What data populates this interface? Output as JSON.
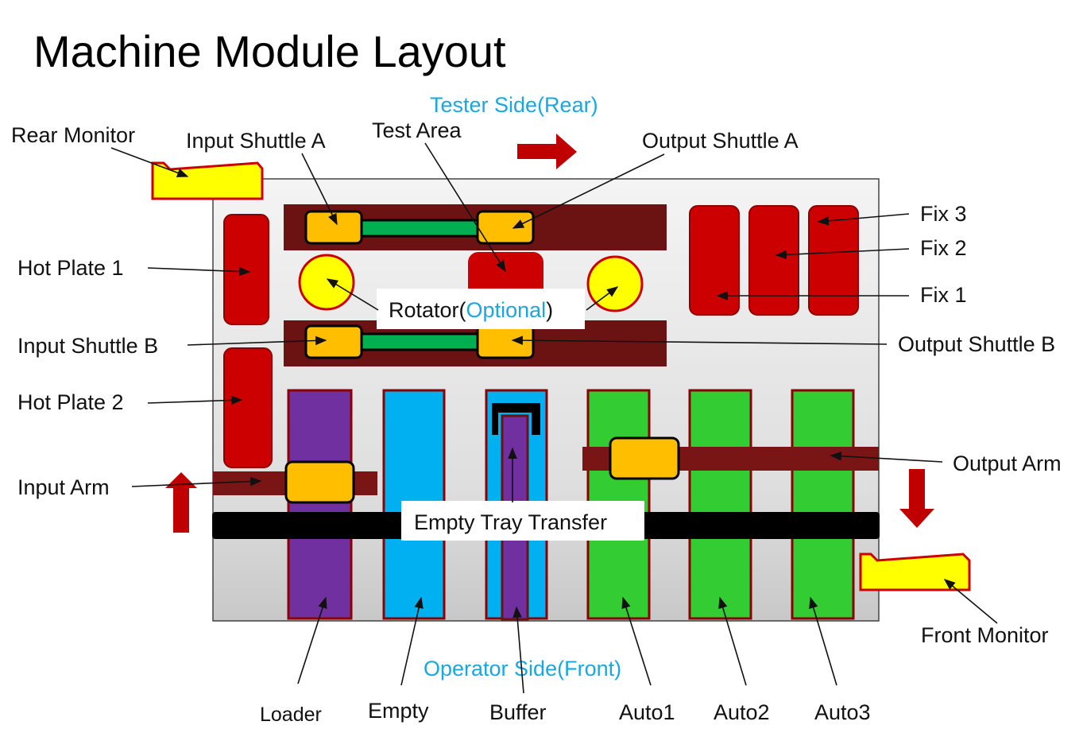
{
  "title": "Machine Module Layout",
  "sides": {
    "rear": "Tester Side(Rear)",
    "front": "Operator Side(Front)"
  },
  "labels": {
    "rear_monitor": "Rear Monitor",
    "input_shuttle_a": "Input Shuttle A",
    "test_area": "Test Area",
    "output_shuttle_a": "Output Shuttle A",
    "fix3": "Fix 3",
    "fix2": "Fix 2",
    "fix1": "Fix 1",
    "hot_plate_1": "Hot Plate 1",
    "rotator": "Rotator(",
    "rotator_optional": "Optional",
    "rotator_close": ")",
    "input_shuttle_b": "Input Shuttle B",
    "output_shuttle_b": "Output Shuttle B",
    "hot_plate_2": "Hot Plate 2",
    "output_arm": "Output Arm",
    "input_arm": "Input Arm",
    "empty_tray_transfer": "Empty Tray Transfer",
    "front_monitor": "Front Monitor",
    "loader": "Loader",
    "empty": "Empty",
    "buffer": "Buffer",
    "auto1": "Auto1",
    "auto2": "Auto2",
    "auto3": "Auto3"
  },
  "colors": {
    "frame": "#d8d8d8",
    "dark_red": "#6b1212",
    "red": "#cc0000",
    "yellow": "#ffff00",
    "amber": "#ffbf00",
    "green_rail": "#00b050",
    "purple": "#7030a0",
    "blue": "#00b0f0",
    "green": "#33cc33",
    "arrow_red": "#c00000",
    "side_text": "#1aa7e0"
  }
}
